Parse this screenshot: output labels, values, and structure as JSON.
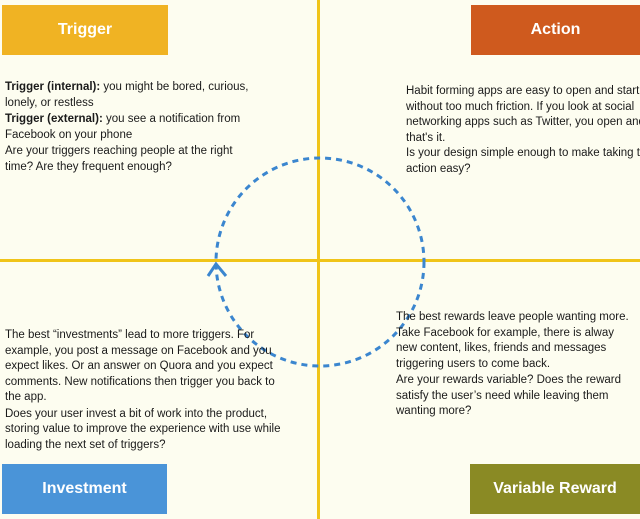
{
  "labels": {
    "trigger": "Trigger",
    "action": "Action",
    "investment": "Investment",
    "reward": "Variable Reward"
  },
  "colors": {
    "trigger": "#f0b323",
    "action": "#cf5a1e",
    "investment": "#4a94d8",
    "reward": "#8a8a24",
    "axis": "#f0c419",
    "cycle": "#3b86cf"
  },
  "trigger_text": {
    "internal_label": "Trigger (internal):",
    "internal_text": " you might be bored, curious, lonely, or restless",
    "external_label": "Trigger (external):",
    "external_text": " you see a notification from Facebook on your phone",
    "question": "Are your triggers reaching people at the right time? Are they frequent enough?"
  },
  "action_text": {
    "line1": "Habit forming apps are easy to open and start using",
    "line2": "without too much friction. If you look at social",
    "line3": "networking apps such as Twitter, you open and scroll",
    "line4": "that's it.",
    "question1": "Is your design simple enough to make taking the",
    "question2": "action easy?"
  },
  "investment_text": {
    "body": "The best “investments” lead to more triggers. For example, you post a message on Facebook and you expect likes. Or an answer on Quora and you expect comments. New notifications then trigger you back to the app.",
    "question": "Does your user invest a bit of work into the product, storing value to improve the experience with use while loading the next set of triggers?"
  },
  "reward_text": {
    "body": "The best rewards leave people wanting more. Take Facebook for example, there is alway new content, likes, friends and messages triggering users to come back.",
    "question": "Are your rewards variable? Does the reward satisfy the user’s need while leaving them wanting more?"
  }
}
